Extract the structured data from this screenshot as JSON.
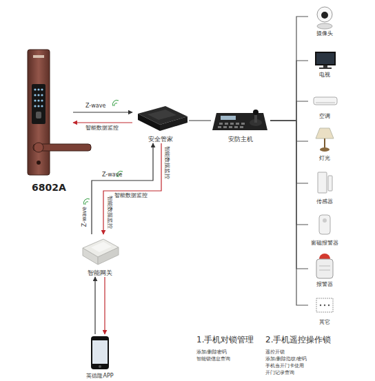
{
  "diagram": {
    "nodes": [
      {
        "text": [
          "6802A"
        ]
      },
      {
        "text": [
          "安全管家"
        ]
      },
      {
        "text": [
          "安防主机"
        ]
      },
      {
        "text": [
          "智能网关"
        ]
      },
      {
        "text": [
          "英德隆APP"
        ]
      },
      {
        "text": [
          "摄像头"
        ]
      },
      {
        "text": [
          "电视"
        ]
      },
      {
        "text": [
          "空调"
        ]
      },
      {
        "text": [
          "灯光"
        ]
      },
      {
        "text": [
          "传感器"
        ]
      },
      {
        "text": [
          "窗磁报警器"
        ]
      },
      {
        "text": [
          "报警器"
        ]
      },
      {
        "text": [
          "其它"
        ]
      }
    ],
    "edges": [
      {
        "from": 0,
        "to": 1,
        "label": "Z-wave",
        "arrow": "to"
      },
      {
        "from": 1,
        "to": 0,
        "label": "智能数据监控",
        "arrow": "to"
      },
      {
        "from": 1,
        "to": 2,
        "arrow": "none"
      },
      {
        "from": 2,
        "to": 5,
        "arrow": "none"
      },
      {
        "from": 2,
        "to": 6,
        "arrow": "none"
      },
      {
        "from": 2,
        "to": 7,
        "arrow": "none"
      },
      {
        "from": 2,
        "to": 8,
        "arrow": "none"
      },
      {
        "from": 2,
        "to": 9,
        "arrow": "none"
      },
      {
        "from": 2,
        "to": 10,
        "arrow": "none"
      },
      {
        "from": 2,
        "to": 11,
        "arrow": "none"
      },
      {
        "from": 2,
        "to": 12,
        "arrow": "none"
      },
      {
        "from": 3,
        "to": 1,
        "label": "Z-wave",
        "arrow": "to"
      },
      {
        "from": 1,
        "to": 3,
        "label": "智能数据监控",
        "arrow": "to"
      },
      {
        "from": 4,
        "to": 3,
        "arrow": "to"
      },
      {
        "from": 3,
        "to": 4,
        "arrow": "to"
      }
    ],
    "labels": [
      "Z-wave",
      "智能数据监控",
      "智能数据监控",
      "1.手机对锁管理",
      "添加/删除密码",
      "智能锁信息查询",
      "2.手机遥控操作锁",
      "遥控开锁",
      "添加/删除指纹/密码",
      "手机当开门卡使用",
      "开门记录查询"
    ]
  }
}
